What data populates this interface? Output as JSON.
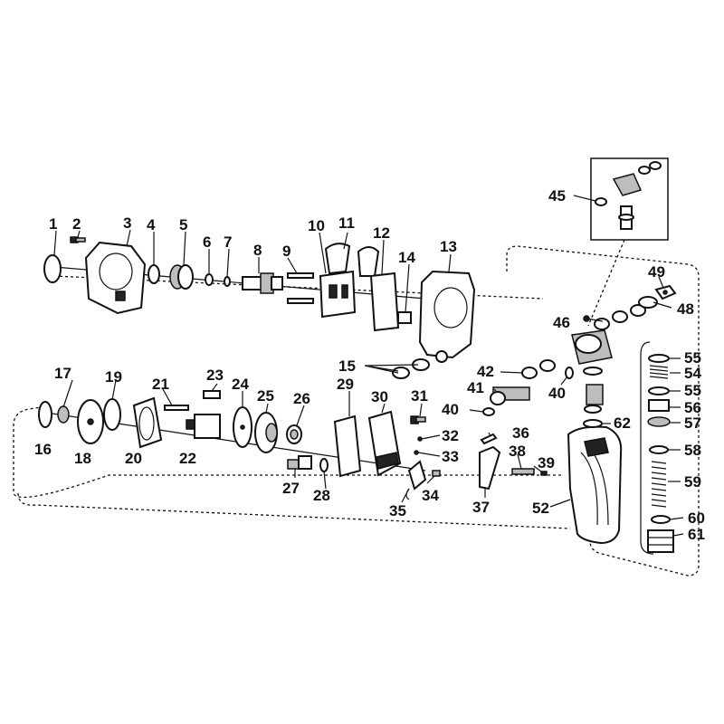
{
  "callouts": {
    "c1": "1",
    "c2": "2",
    "c3": "3",
    "c4": "4",
    "c5": "5",
    "c6": "6",
    "c7": "7",
    "c8": "8",
    "c9": "9",
    "c10": "10",
    "c11": "11",
    "c12": "12",
    "c13": "13",
    "c14": "14",
    "c15": "15",
    "c16": "16",
    "c17": "17",
    "c18": "18",
    "c19": "19",
    "c20": "20",
    "c21": "21",
    "c22": "22",
    "c23": "23",
    "c24": "24",
    "c25": "25",
    "c26": "26",
    "c27": "27",
    "c28": "28",
    "c29": "29",
    "c30": "30",
    "c31": "31",
    "c32": "32",
    "c33": "33",
    "c34": "34",
    "c35": "35",
    "c36": "36",
    "c37": "37",
    "c38": "38",
    "c39": "39",
    "c40a": "40",
    "c40b": "40",
    "c41": "41",
    "c42": "42",
    "c45": "45",
    "c46": "46",
    "c48": "48",
    "c49": "49",
    "c52": "52",
    "c54": "54",
    "c55a": "55",
    "c55b": "55",
    "c56": "56",
    "c57": "57",
    "c58": "58",
    "c59": "59",
    "c60": "60",
    "c61": "61",
    "c62": "62"
  }
}
